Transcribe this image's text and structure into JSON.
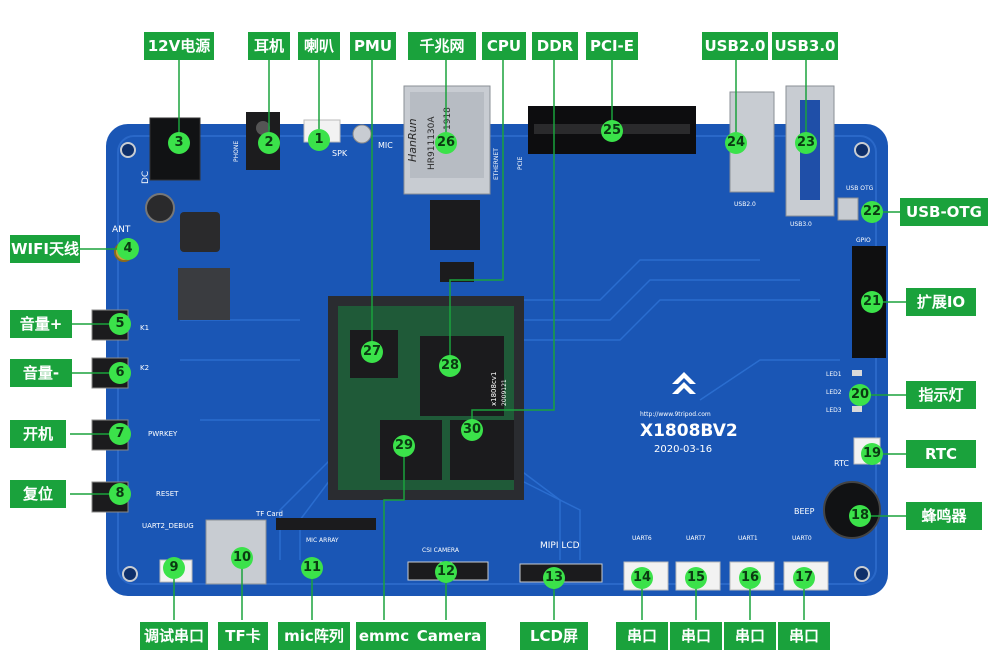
{
  "colors": {
    "board": "#1a56b5",
    "board_dark": "#123f8c",
    "label_bg": "#1aa23c",
    "marker": "#3be24a",
    "leader": "#1aa23c",
    "chip": "#1b1b1d",
    "metal": "#c8ccd2",
    "white_conn": "#f2f2f2"
  },
  "silkscreen": {
    "board_name": "X1808BV2",
    "date": "2020-03-16",
    "url": "http://www.9tripod.com",
    "cpu_mark": "x1808cv1",
    "cpu_code": "2009121",
    "ethernet_brand": "HanRun",
    "ethernet_part": "HR911130A",
    "ethernet_code": "1918",
    "phone": "PHONE",
    "spk": "SPK",
    "mic": "MIC",
    "dc": "DC",
    "ant": "ANT",
    "k1": "K1",
    "k2": "K2",
    "pwrkey": "PWRKEY",
    "reset": "RESET",
    "uart2_debug": "UART2_DEBUG",
    "tf_card": "TF Card",
    "mic_array": "MIC ARRAY",
    "csi_camera": "CSI CAMERA",
    "mipi_lcd": "MIPI LCD",
    "uart6": "UART6",
    "uart7": "UART7",
    "uart1": "UART1",
    "uart0": "UART0",
    "beep": "BEEP",
    "rtc": "RTC",
    "led1": "LED1",
    "led2": "LED2",
    "led3": "LED3",
    "usb_otg": "USB OTG",
    "gpio": "GPIO",
    "usb2": "USB2.0",
    "usb3": "USB3.0",
    "pcie": "PCIE",
    "ethernet": "ETHERNET"
  },
  "labels": {
    "l1": "喇叭",
    "l2": "耳机",
    "l3": "12V电源",
    "l4": "WIFI天线",
    "l5": "音量+",
    "l6": "音量-",
    "l7": "开机",
    "l8": "复位",
    "l9": "调试串口",
    "l10": "TF卡",
    "l11": "mic阵列",
    "l12": "Camera",
    "l13": "LCD屏",
    "l14": "串口",
    "l15": "串口",
    "l16": "串口",
    "l17": "串口",
    "l18": "蜂鸣器",
    "l19": "RTC",
    "l20": "指示灯",
    "l21": "扩展IO",
    "l22": "USB-OTG",
    "l23": "USB3.0",
    "l24": "USB2.0",
    "l25": "PCI-E",
    "l26": "千兆网",
    "l27": "PMU",
    "l28": "CPU",
    "l29": "emmc",
    "l30": "DDR"
  },
  "markers": {
    "m1": "1",
    "m2": "2",
    "m3": "3",
    "m4": "4",
    "m5": "5",
    "m6": "6",
    "m7": "7",
    "m8": "8",
    "m9": "9",
    "m10": "10",
    "m11": "11",
    "m12": "12",
    "m13": "13",
    "m14": "14",
    "m15": "15",
    "m16": "16",
    "m17": "17",
    "m18": "18",
    "m19": "19",
    "m20": "20",
    "m21": "21",
    "m22": "22",
    "m23": "23",
    "m24": "24",
    "m25": "25",
    "m26": "26",
    "m27": "27",
    "m28": "28",
    "m29": "29",
    "m30": "30"
  }
}
